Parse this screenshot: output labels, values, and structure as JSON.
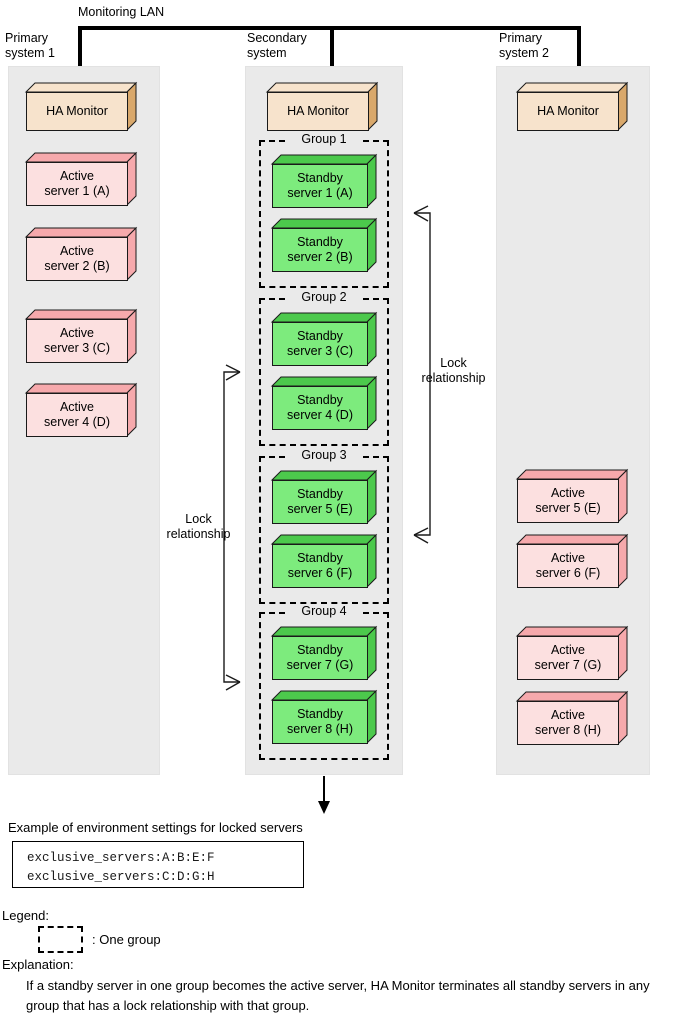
{
  "lan": {
    "label": "Monitoring LAN"
  },
  "columns": [
    {
      "name": "primary-system-1",
      "caption": "Primary\nsystem 1"
    },
    {
      "name": "secondary-system",
      "caption": "Secondary\nsystem"
    },
    {
      "name": "primary-system-2",
      "caption": "Primary\nsystem 2"
    }
  ],
  "ha_monitor_label": "HA Monitor",
  "primary1_servers": [
    {
      "line1": "Active",
      "line2": "server 1 (A)"
    },
    {
      "line1": "Active",
      "line2": "server 2 (B)"
    },
    {
      "line1": "Active",
      "line2": "server 3 (C)"
    },
    {
      "line1": "Active",
      "line2": "server 4 (D)"
    }
  ],
  "primary2_servers": [
    {
      "line1": "Active",
      "line2": "server 5 (E)"
    },
    {
      "line1": "Active",
      "line2": "server 6 (F)"
    },
    {
      "line1": "Active",
      "line2": "server 7 (G)"
    },
    {
      "line1": "Active",
      "line2": "server 8 (H)"
    }
  ],
  "groups": [
    {
      "label": "Group 1",
      "servers": [
        {
          "line1": "Standby",
          "line2": "server 1 (A)"
        },
        {
          "line1": "Standby",
          "line2": "server 2 (B)"
        }
      ]
    },
    {
      "label": "Group 2",
      "servers": [
        {
          "line1": "Standby",
          "line2": "server 3 (C)"
        },
        {
          "line1": "Standby",
          "line2": "server 4 (D)"
        }
      ]
    },
    {
      "label": "Group 3",
      "servers": [
        {
          "line1": "Standby",
          "line2": "server 5 (E)"
        },
        {
          "line1": "Standby",
          "line2": "server 6 (F)"
        }
      ]
    },
    {
      "label": "Group 4",
      "servers": [
        {
          "line1": "Standby",
          "line2": "server 7 (G)"
        },
        {
          "line1": "Standby",
          "line2": "server 8 (H)"
        }
      ]
    }
  ],
  "lock_relationship": {
    "right_label": "Lock\nrelationship",
    "left_label": "Lock\nrelationship"
  },
  "settings": {
    "title": "Example of environment settings for locked servers",
    "lines": [
      "exclusive_servers:A:B:E:F",
      "exclusive_servers:C:D:G:H"
    ]
  },
  "legend": {
    "title": "Legend:",
    "entry": ": One group"
  },
  "explanation": {
    "title": "Explanation:",
    "body": "If a standby server in one group becomes the active server, HA Monitor terminates all standby servers in any group that has a lock relationship with that group."
  },
  "colors": {
    "panel": "#eaeaea",
    "monitor_front": "#f7e3cc",
    "monitor_shade": "#d9a86b",
    "active_front": "#fce0e0",
    "active_shade": "#f6a9ac",
    "standby_front": "#7deb7d",
    "standby_shade": "#4cc94c",
    "stroke": "#1a1a1a"
  }
}
